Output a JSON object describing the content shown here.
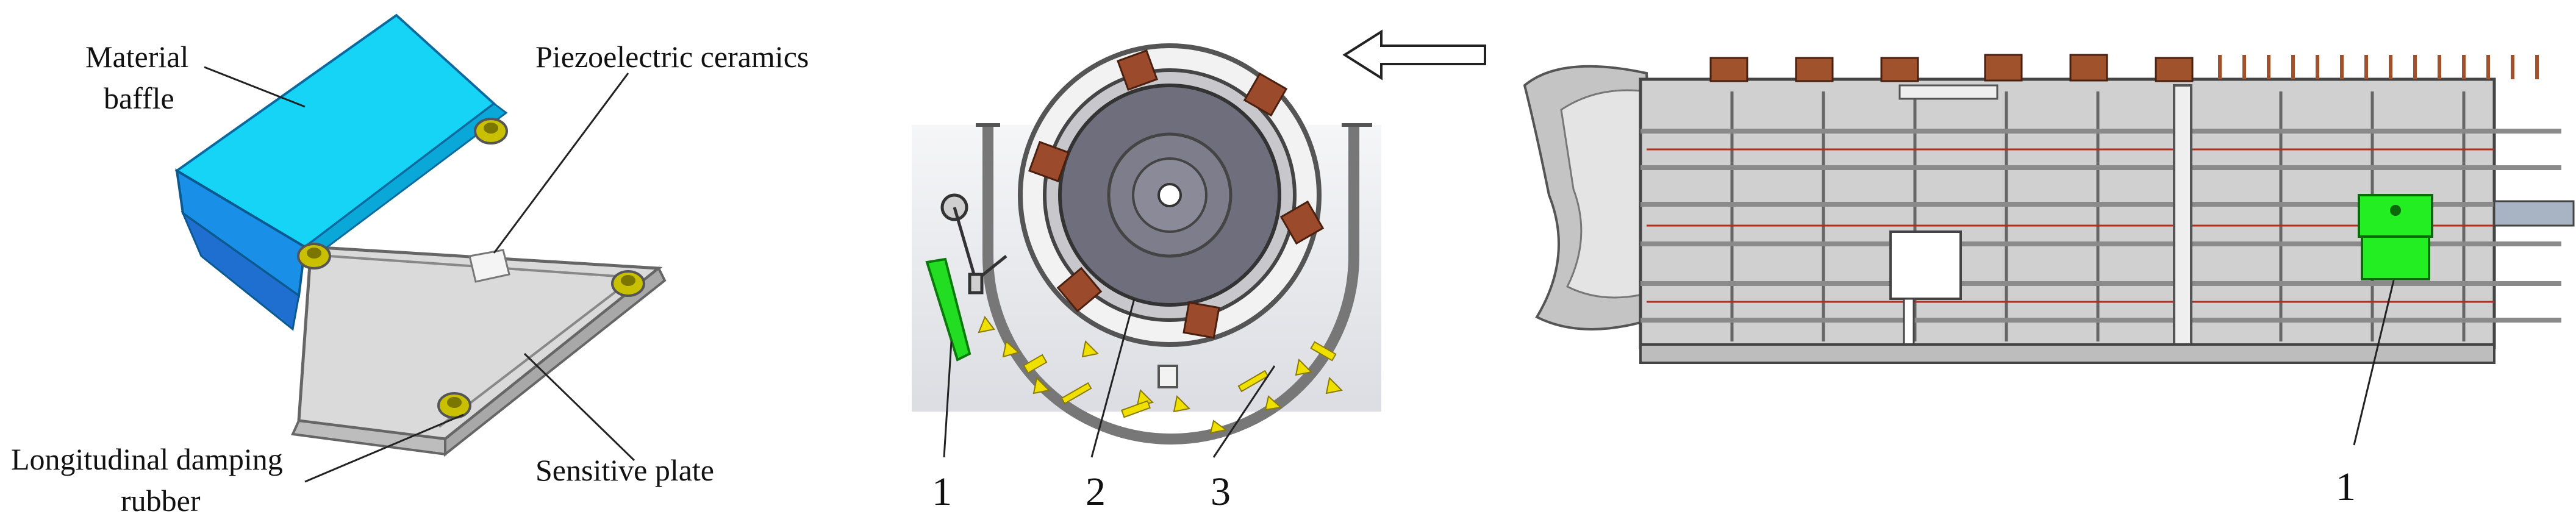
{
  "panel_a": {
    "labels": {
      "material_baffle_line1": "Material",
      "material_baffle_line2": "baffle",
      "piezoelectric_ceramics": "Piezoelectric ceramics",
      "damping_rubber_line1": "Longitudinal damping",
      "damping_rubber_line2": "rubber",
      "sensitive_plate": "Sensitive plate"
    },
    "colors": {
      "baffle": "#16d4f5",
      "baffle_side": "#1a8fe8",
      "plate": "#d9d9d9",
      "rubber": "#c8c000",
      "ceramic": "#f4f4f4"
    }
  },
  "panel_b": {
    "labels": [
      "1",
      "2",
      "3"
    ],
    "colors": {
      "sensor": "#22dd22",
      "drum": "#6e6e7c",
      "teeth": "#9b4a2c",
      "grain": "#f0e000",
      "ground": "#e6e8ec"
    }
  },
  "arrow": {
    "direction": "left-arrow-icon"
  },
  "panel_c": {
    "labels": [
      "1"
    ],
    "colors": {
      "sensor": "#22ee22",
      "frame": "#b8b8b8",
      "copper": "#a0522d",
      "body": "#d0d0d0"
    }
  }
}
